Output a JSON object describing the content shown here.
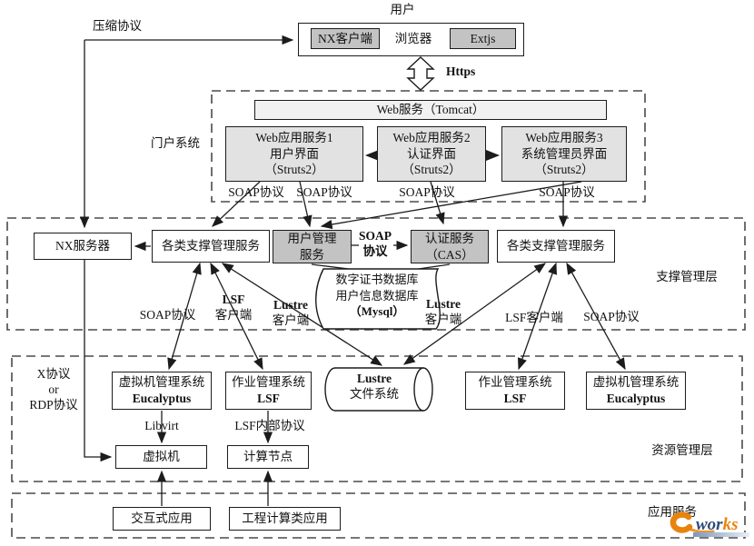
{
  "colors": {
    "box_gray": "#c3c3c3",
    "box_light_gray": "#e2e2e2",
    "tomcat_gray": "#f1f1f1",
    "line_black": "#1c1c1c",
    "logo_orange": "#e8830c",
    "logo_blue": "#2e4d78"
  },
  "top": {
    "title": "用户",
    "compress_label": "压缩协议",
    "nx_client": "NX客户端",
    "browser": "浏览器",
    "extjs": "Extjs",
    "https_label": "Https"
  },
  "portal": {
    "layer_label": "门户系统",
    "tomcat": "Web服务（Tomcat）",
    "app1_l1": "Web应用服务1",
    "app1_l2": "用户界面",
    "app1_l3": "（Struts2）",
    "app2_l1": "Web应用服务2",
    "app2_l2": "认证界面",
    "app2_l3": "（Struts2）",
    "app3_l1": "Web应用服务3",
    "app3_l2": "系统管理员界面",
    "app3_l3": "（Struts2）",
    "soap_labels": [
      "SOAP协议",
      "SOAP协议",
      "SOAP协议",
      "SOAP协议"
    ]
  },
  "support": {
    "layer_label": "支撑管理层",
    "nx_server": "NX服务器",
    "mgmt_service": "各类支撑管理服务",
    "user_mgmt_l1": "用户管理",
    "user_mgmt_l2": "服务",
    "soap_mid_l1": "SOAP",
    "soap_mid_l2": "协议",
    "cas_l1": "认证服务",
    "cas_l2": "（CAS）",
    "db_l1": "数字证书数据库",
    "db_l2": "用户信息数据库",
    "db_l3": "（Mysql）",
    "left_soap": "SOAP协议",
    "left_lsf_l1": "LSF",
    "left_lsf_l2": "客户端",
    "left_lustre_l1": "Lustre",
    "left_lustre_l2": "客户端",
    "right_lustre_l1": "Lustre",
    "right_lustre_l2": "客户端",
    "right_lsf": "LSF客户端",
    "right_soap": "SOAP协议"
  },
  "resource": {
    "layer_label": "资源管理层",
    "x_rdp_l1": "X协议",
    "x_rdp_l2": "or",
    "x_rdp_l3": "RDP协议",
    "vm_mgmt_l1": "虚拟机管理系统",
    "vm_mgmt_l2": "Eucalyptus",
    "job_mgmt_l1": "作业管理系统",
    "job_mgmt_l2": "LSF",
    "lustre_l1": "Lustre",
    "lustre_l2": "文件系统",
    "libvirt": "Libvirt",
    "lsf_internal": "LSF内部协议",
    "vm": "虚拟机",
    "compute_node": "计算节点"
  },
  "appsvc": {
    "layer_label": "应用服务",
    "interactive": "交互式应用",
    "engineering": "工程计算类应用"
  },
  "logo": {
    "wor": "wor",
    "ks": "ks"
  }
}
